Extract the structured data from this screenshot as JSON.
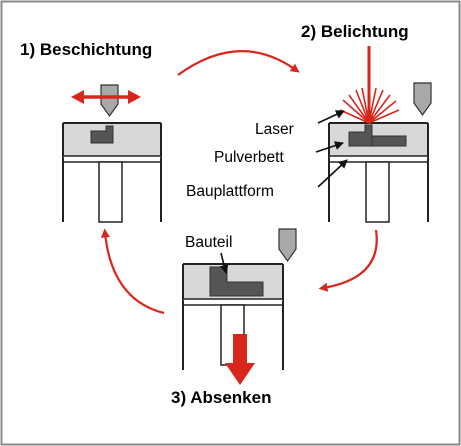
{
  "steps": {
    "coating": "1) Beschichtung",
    "exposure": "2) Belichtung",
    "lowering": "3) Absenken"
  },
  "labels": {
    "laser": "Laser",
    "powder_bed": "Pulverbett",
    "build_platform": "Bauplattform",
    "part": "Bauteil"
  },
  "colors": {
    "accent_red": "#d9261c",
    "powder": "#d8d8d8",
    "part": "#555555",
    "outline": "#222222"
  }
}
